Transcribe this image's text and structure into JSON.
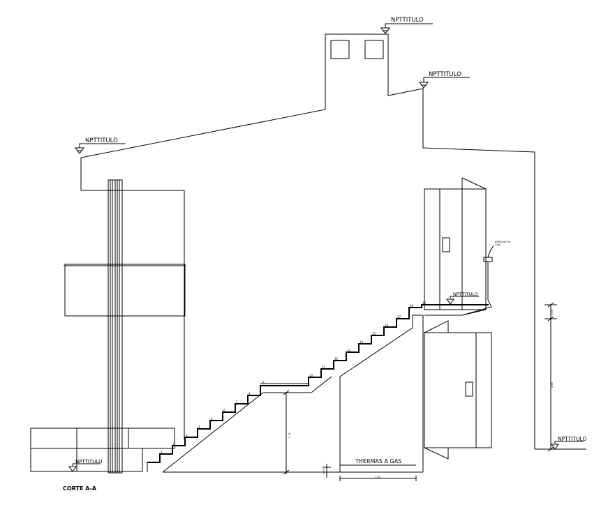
{
  "levels": {
    "top": "NPTTITULO",
    "right_roof": "NPTTITULO",
    "left_roof": "NPTTITULO",
    "landing": "NPTTITULO",
    "right_floor": "NPTTITULO",
    "left_floor": "NPTTITULO"
  },
  "labels": {
    "section_title": "CORTE A-A",
    "water_heater": "THERMAS A GAS",
    "box_note_line1": "EMPALME DE",
    "box_note_line2": "CAJA"
  },
  "dimensions": {
    "stair_height": "1.31",
    "floor_offset": "0.19",
    "heater_width": "1.50",
    "right_upper": "0.55",
    "right_lower": "2.55"
  },
  "steps": [
    "1",
    "2",
    "3",
    "4",
    "5",
    "6",
    "7",
    "8",
    "9",
    "10",
    "11",
    "12",
    "13",
    "14",
    "15",
    "16",
    "17",
    "18",
    "19"
  ]
}
